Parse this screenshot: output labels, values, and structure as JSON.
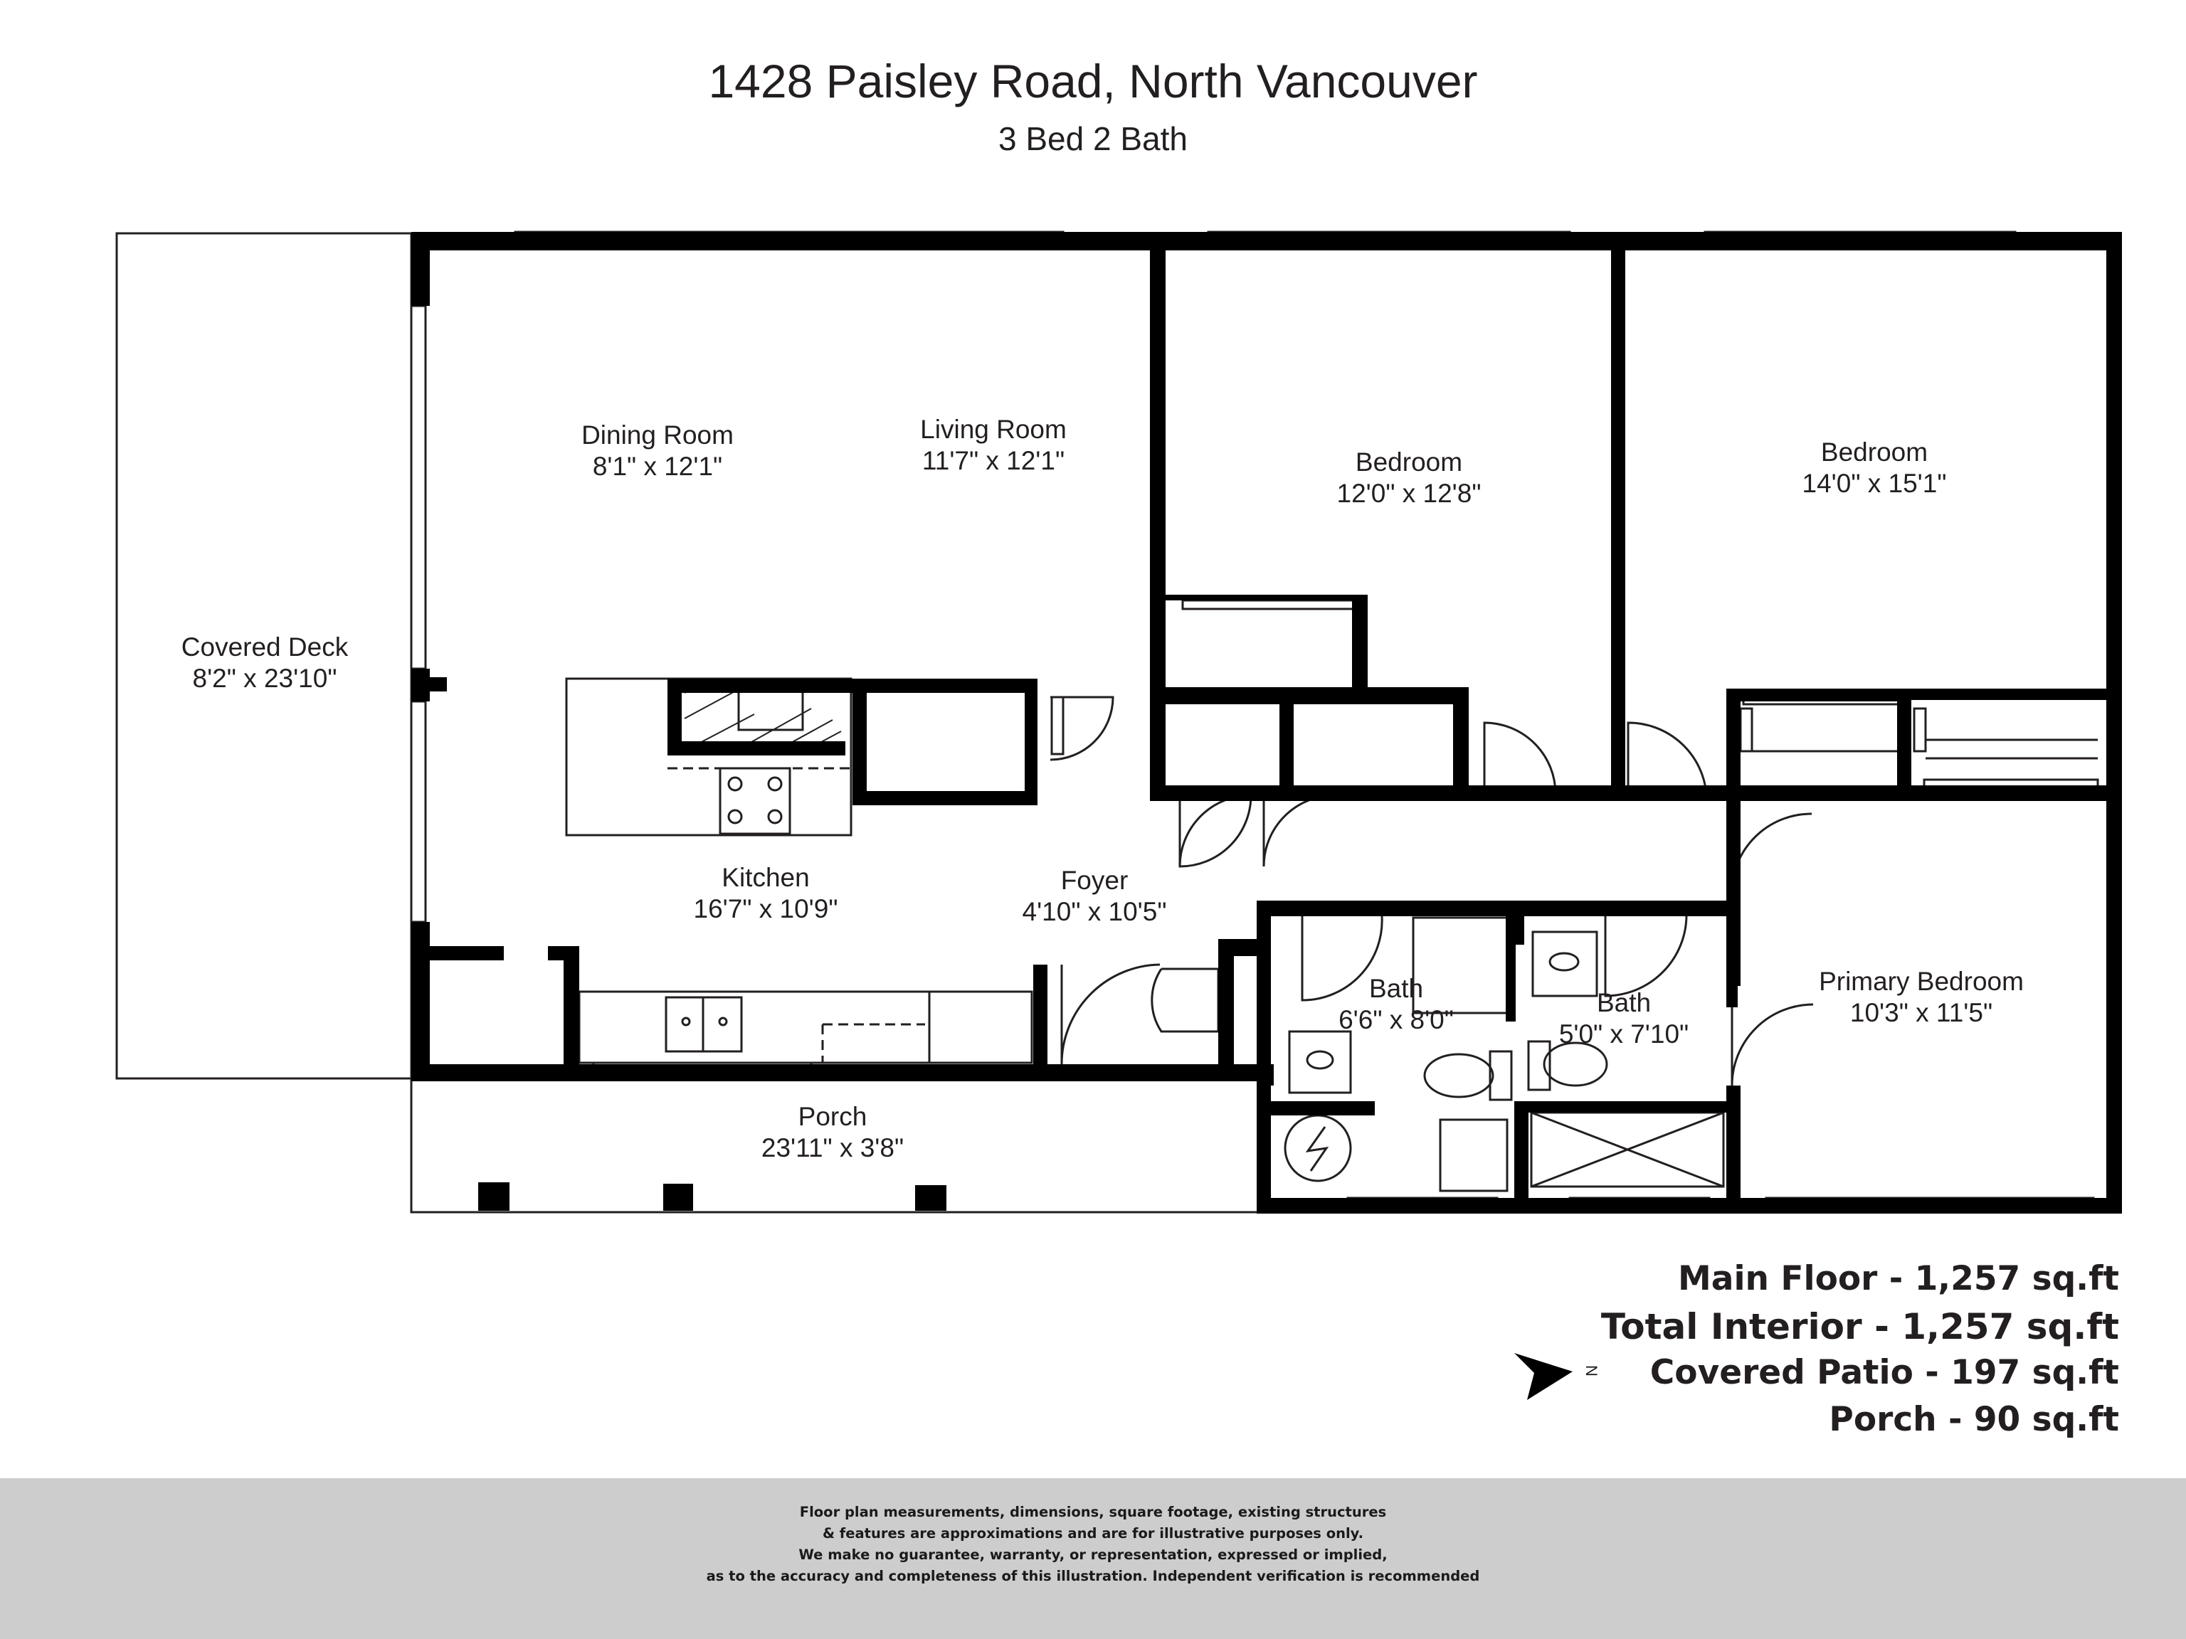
{
  "header": {
    "title": "1428 Paisley Road, North Vancouver",
    "subtitle": "3 Bed 2 Bath"
  },
  "rooms": [
    {
      "name": "Dining Room",
      "size": "8'1\" x 12'1\""
    },
    {
      "name": "Living Room",
      "size": "11'7\" x 12'1\""
    },
    {
      "name": "Bedroom",
      "size": "12'0\" x 12'8\""
    },
    {
      "name": "Bedroom",
      "size": "14'0\" x 15'1\""
    },
    {
      "name": "Covered Deck",
      "size": "8'2\" x 23'10\""
    },
    {
      "name": "Kitchen",
      "size": "16'7\" x 10'9\""
    },
    {
      "name": "Foyer",
      "size": "4'10\" x 10'5\""
    },
    {
      "name": "Bath",
      "size": "6'6\" x 8'0\""
    },
    {
      "name": "Bath",
      "size": "5'0\" x 7'10\""
    },
    {
      "name": "Primary Bedroom",
      "size": "10'3\" x 11'5\""
    },
    {
      "name": "Porch",
      "size": "23'11\" x 3'8\""
    }
  ],
  "areas": [
    {
      "label": "Main Floor - 1,257 sq.ft"
    },
    {
      "label": "Total Interior - 1,257 sq.ft"
    },
    {
      "label": "Covered Patio - 197 sq.ft"
    },
    {
      "label": "Porch - 90 sq.ft"
    }
  ],
  "compass": {
    "label": "N"
  },
  "disclaimer": [
    "Floor plan measurements, dimensions, square footage, existing structures",
    "& features are approximations and are for illustrative purposes only.",
    "We make no guarantee, warranty, or representation, expressed or implied,",
    "as to the accuracy and completeness of this illustration. Independent verification is recommended"
  ],
  "colors": {
    "wall": "#000000",
    "line": "#231f20",
    "footer": "#cdcdcd"
  }
}
